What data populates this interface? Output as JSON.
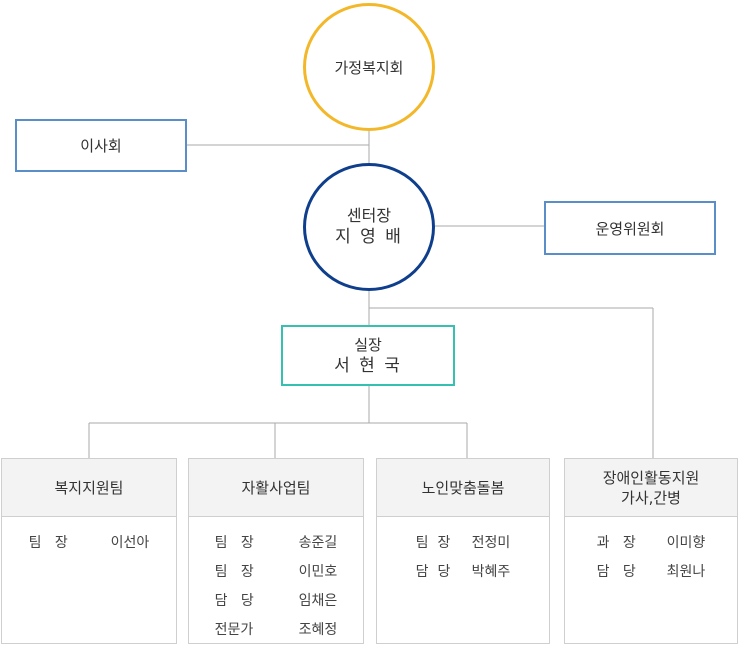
{
  "top": {
    "title": "가정복지회"
  },
  "board": {
    "label": "이사회"
  },
  "center": {
    "title": "센터장",
    "name": "지 영 배"
  },
  "committee": {
    "label": "운영위원회"
  },
  "director": {
    "title": "실장",
    "name": "서 현 국"
  },
  "teams": [
    {
      "head": [
        "복지지원팀"
      ],
      "members": [
        {
          "role": "팀   장",
          "name": "이선아"
        }
      ]
    },
    {
      "head": [
        "자활사업팀"
      ],
      "members": [
        {
          "role": "팀   장",
          "name": "송준길"
        },
        {
          "role": "팀   장",
          "name": "이민호"
        },
        {
          "role": "담   당",
          "name": "임채은"
        },
        {
          "role": "전문가",
          "name": "조혜정"
        }
      ]
    },
    {
      "head": [
        "노인맞춤돌봄"
      ],
      "members": [
        {
          "role": "팀  장",
          "name": "전정미"
        },
        {
          "role": "담  당",
          "name": "박혜주"
        }
      ]
    },
    {
      "head": [
        "장애인활동지원",
        "가사,간병"
      ],
      "members": [
        {
          "role": "과   장",
          "name": "이미향"
        },
        {
          "role": "담   당",
          "name": "최원나"
        }
      ]
    }
  ],
  "colors": {
    "top_circle": "#f3b72a",
    "center_circle": "#0f3f8c",
    "side_boxes": "#5a8ec9",
    "director_box": "#36c0b1",
    "connector": "#aaaaaa"
  }
}
